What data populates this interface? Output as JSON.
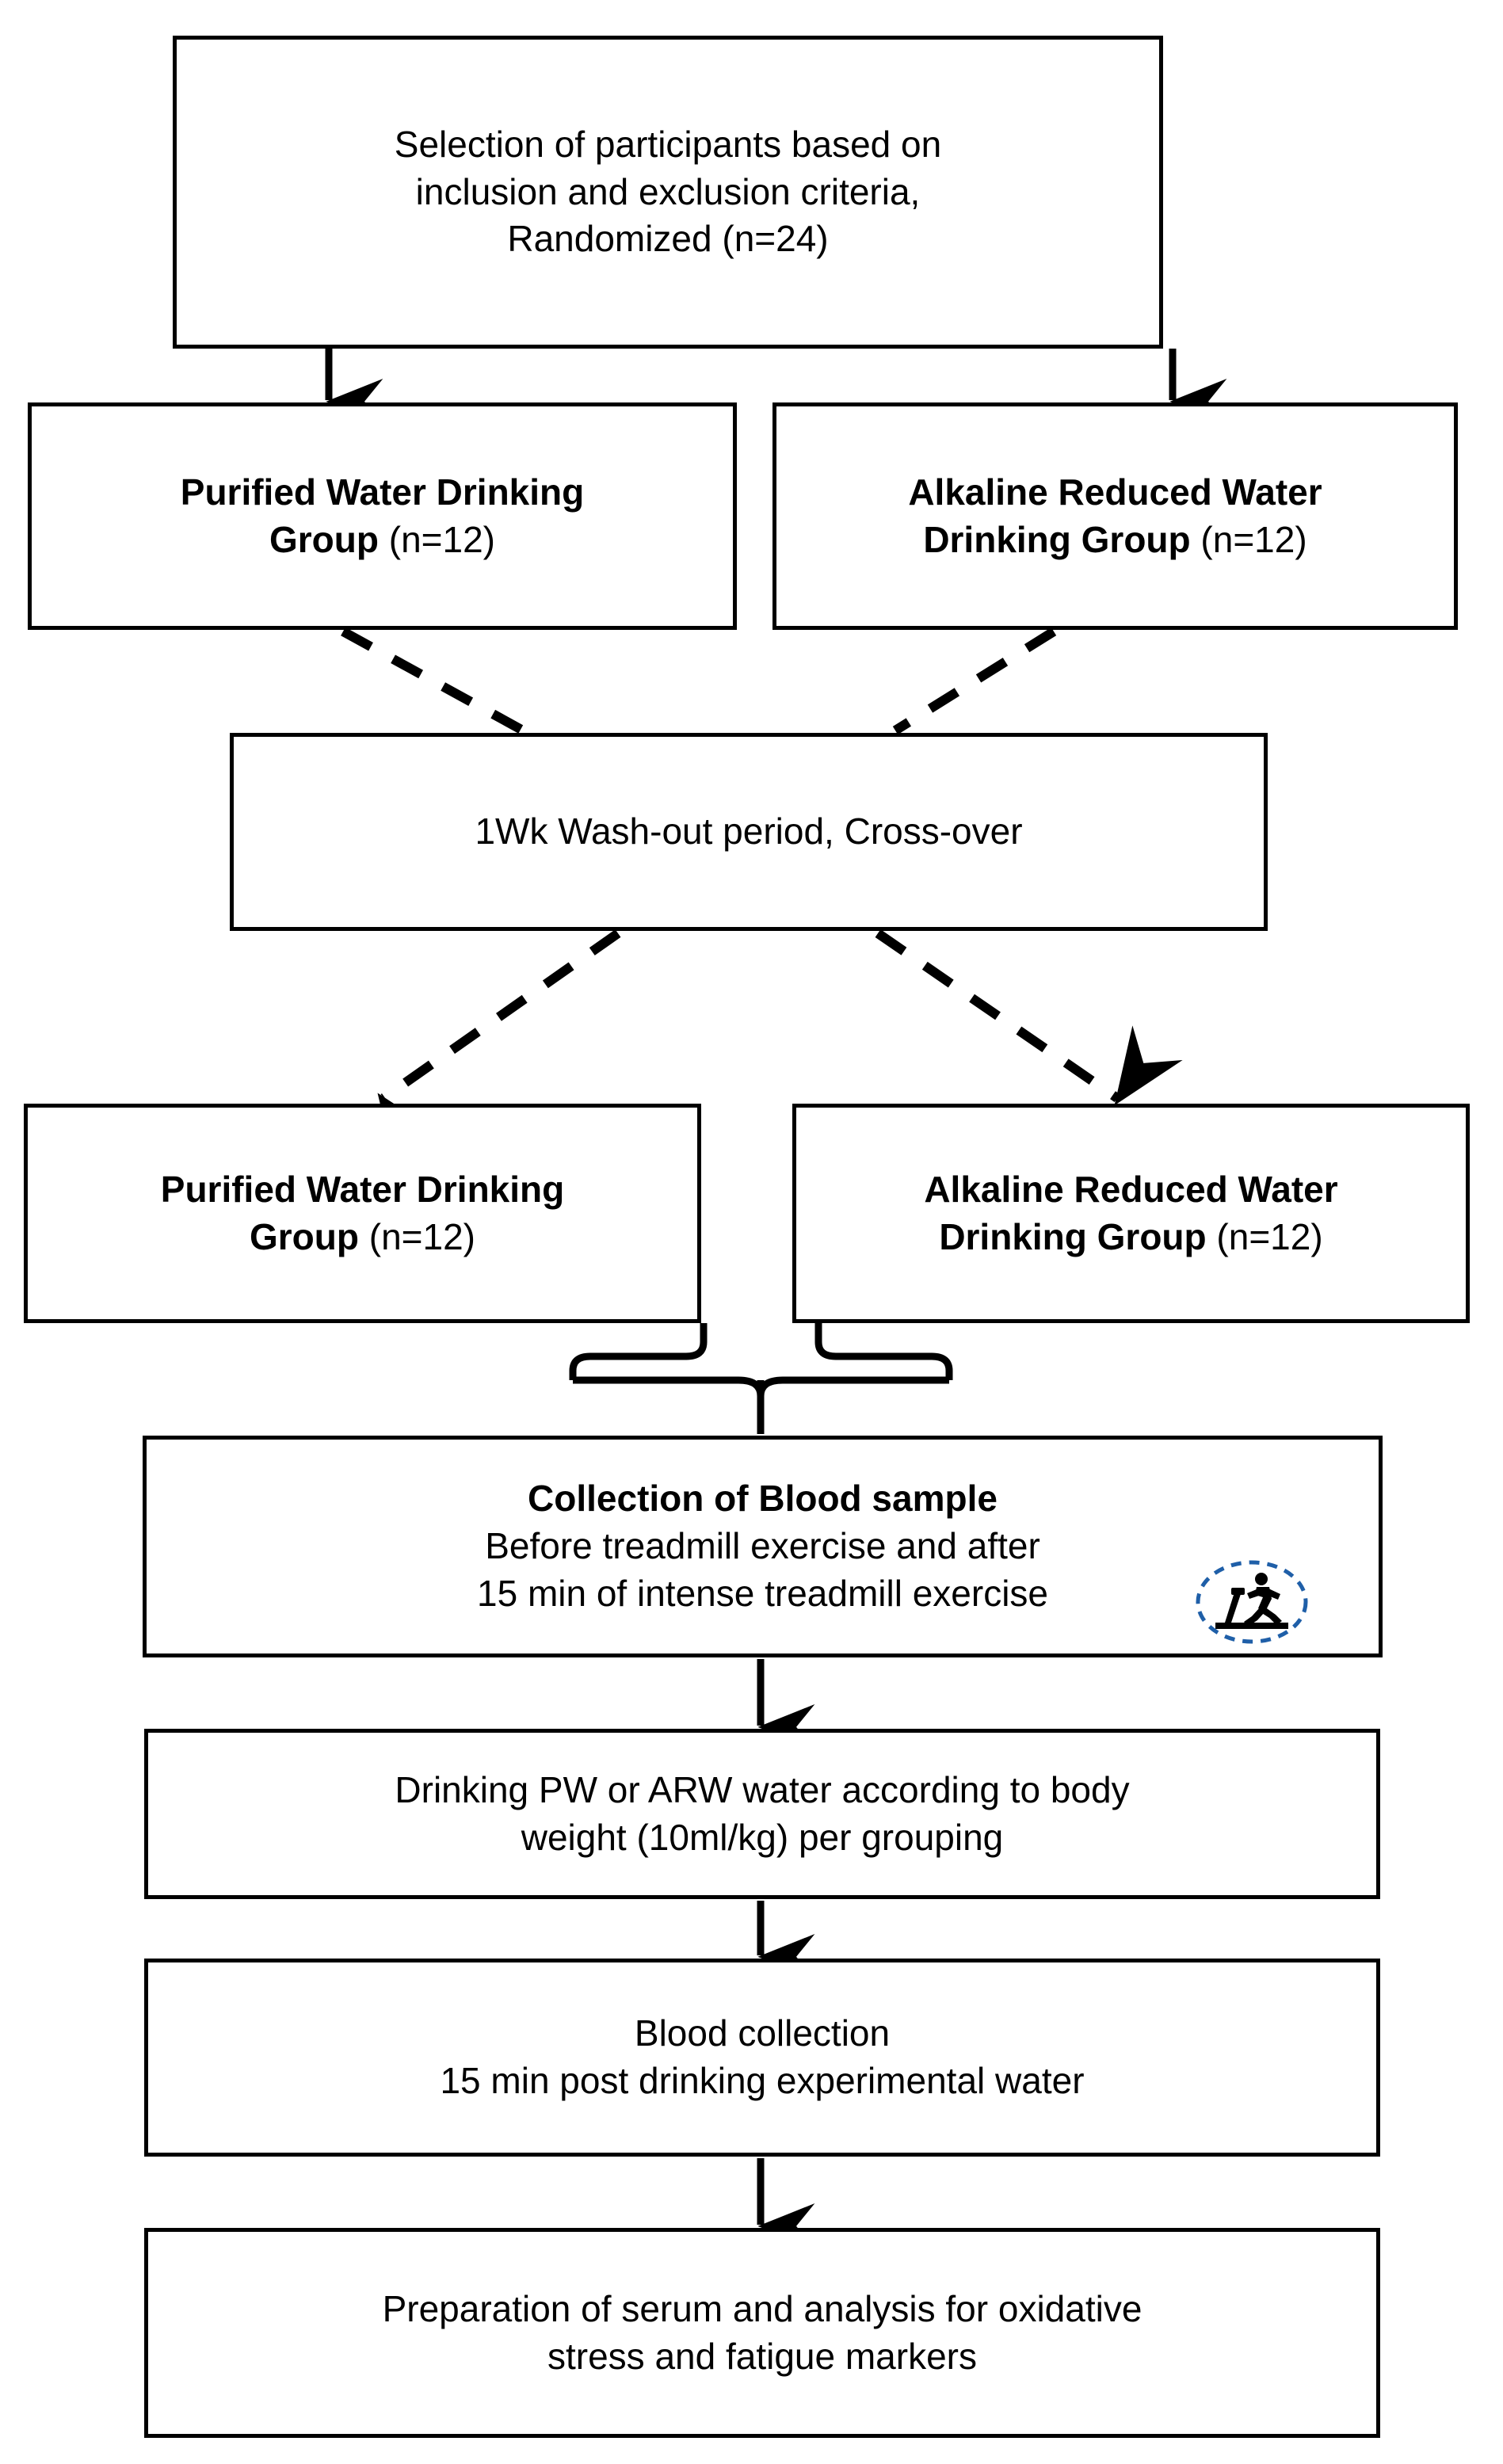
{
  "diagram": {
    "title": "Study design flowchart",
    "accent_color": "#1f5fa8",
    "line_color": "#000000",
    "nodes": {
      "selection": {
        "lines": [
          "Selection of participants based on",
          "inclusion and exclusion criteria,",
          "Randomized (n=24)"
        ]
      },
      "pw_group_1": {
        "line1_bold": "Purified Water Drinking",
        "line2_bold": "Group",
        "line2_rest": " (n=12)"
      },
      "arw_group_1": {
        "line1_bold": "Alkaline Reduced Water",
        "line2_bold": "Drinking Group",
        "line2_rest": " (n=12)"
      },
      "washout": {
        "lines": [
          "1Wk Wash-out period, Cross-over"
        ]
      },
      "pw_group_2": {
        "line1_bold": "Purified Water Drinking",
        "line2_bold": "Group",
        "line2_rest": " (n=12)"
      },
      "arw_group_2": {
        "line1_bold": "Alkaline Reduced Water",
        "line2_bold": "Drinking Group",
        "line2_rest": " (n=12)"
      },
      "blood_sample": {
        "heading": "Collection of Blood sample",
        "line2": "Before treadmill exercise  and after",
        "line3": "15 min of intense treadmill exercise"
      },
      "drinking": {
        "line1": "Drinking  PW or ARW water according to body",
        "line2": "weight (10ml/kg) per grouping"
      },
      "blood_collection": {
        "line1": "Blood collection",
        "line2": "15 min post drinking experimental water"
      },
      "preparation": {
        "line1": "Preparation of serum and  analysis for oxidative",
        "line2": "stress and fatigue markers"
      }
    },
    "icons": {
      "treadmill": {
        "name": "treadmill-runner-icon",
        "ring_color": "#1f5fa8",
        "ring_style": "dashed",
        "figure_color": "#000000"
      }
    },
    "connectors": {
      "selection_to_pw1": "solid-arrow-down",
      "selection_to_arw1": "solid-arrow-down",
      "pw1_to_washout": "dashed-diagonal",
      "arw1_to_washout": "dashed-diagonal",
      "washout_to_pw2": "dashed-diagonal-arrow",
      "washout_to_arw2": "dashed-diagonal-arrow",
      "groups_to_blood_sample": "curly-brace-merge",
      "blood_sample_to_drinking": "solid-arrow-down",
      "drinking_to_blood_collection": "solid-arrow-down",
      "blood_collection_to_preparation": "solid-arrow-down"
    }
  }
}
